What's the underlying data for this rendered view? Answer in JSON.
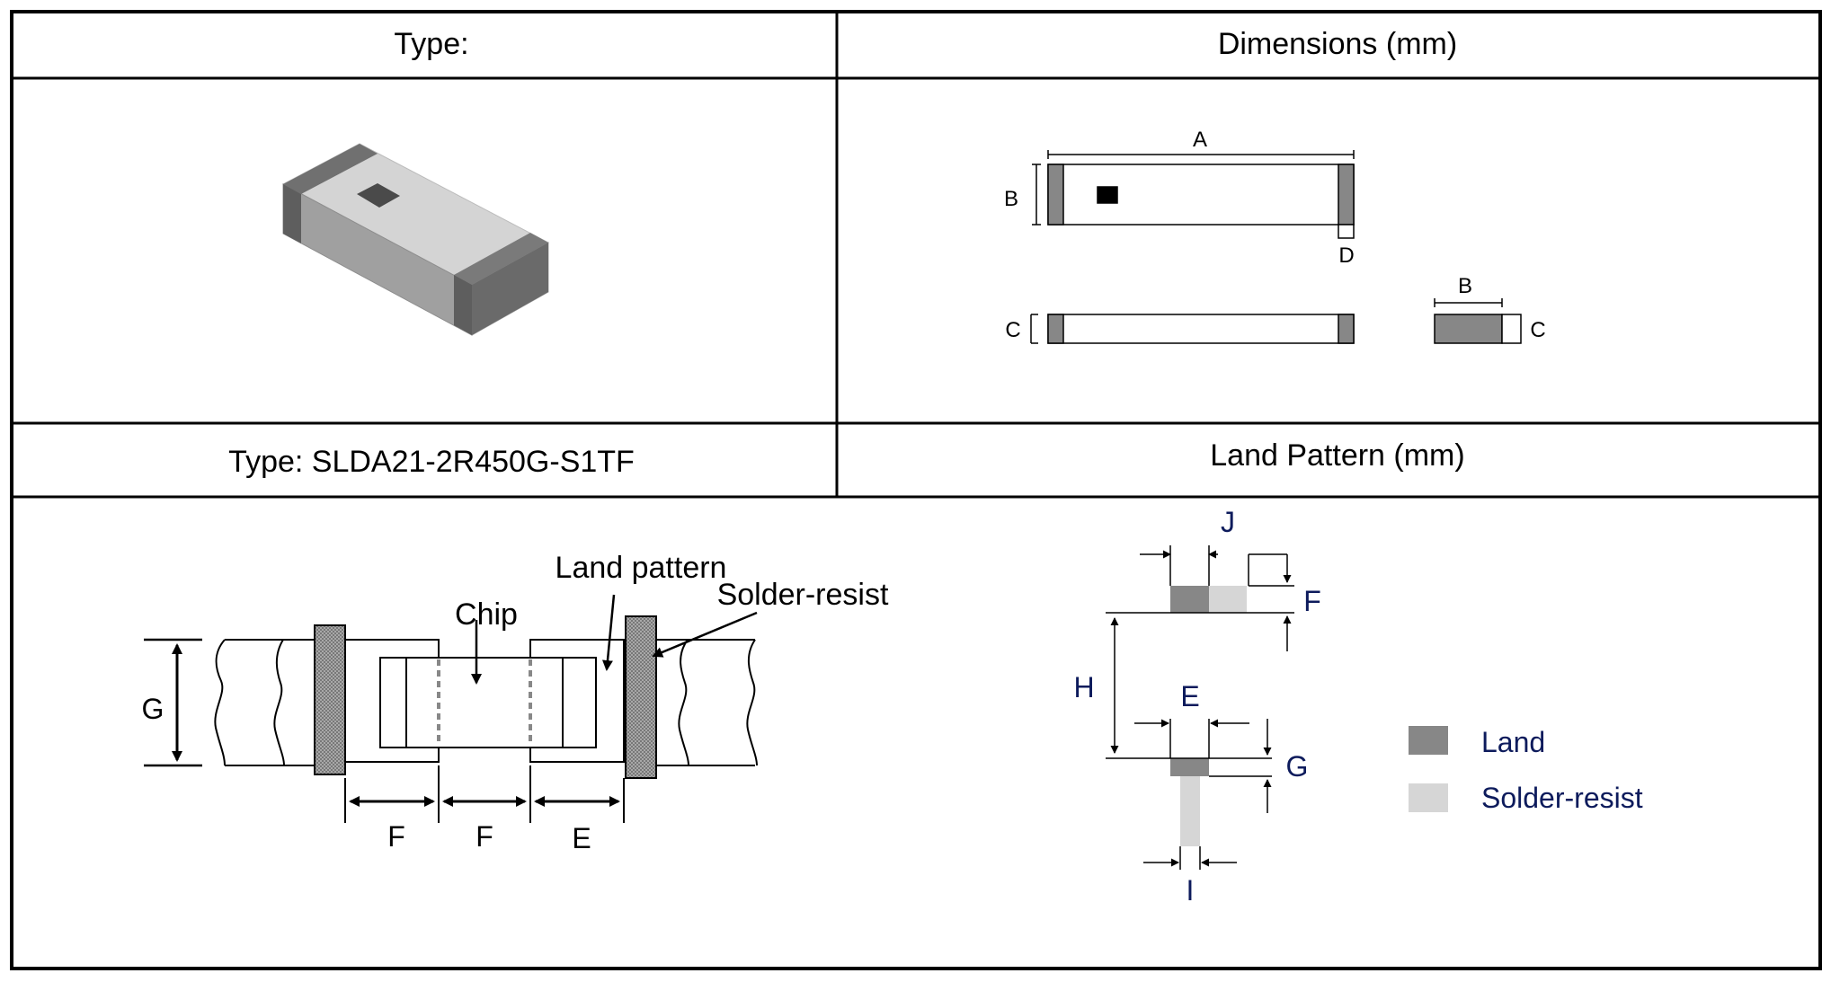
{
  "header": {
    "type_heading": "Type:",
    "dimensions_heading": "Dimensions (mm)",
    "type_name": "Type: SLDA21-2R450G-S1TF",
    "land_pattern_heading": "Land Pattern (mm)"
  },
  "dimension_labels": {
    "a": "A",
    "b": "B",
    "d": "D",
    "c": "C",
    "b_end": "B",
    "c_end": "C"
  },
  "mounting": {
    "land_pattern_label": "Land pattern",
    "chip_label": "Chip",
    "solder_resist_label": "Solder-resist",
    "g": "G",
    "f_left": "F",
    "f_mid": "F",
    "e": "E"
  },
  "land_pattern": {
    "j": "J",
    "f": "F",
    "h": "H",
    "e": "E",
    "g": "G",
    "i": "I"
  },
  "legend": {
    "land": "Land",
    "solder_resist": "Solder-resist"
  },
  "colors": {
    "land": "#878787",
    "solder_resist": "#d6d6d6",
    "electrode_dark": "#6b6b6b",
    "chip_body": "#d2d2d2",
    "chip_side": "#9a9a9a"
  }
}
